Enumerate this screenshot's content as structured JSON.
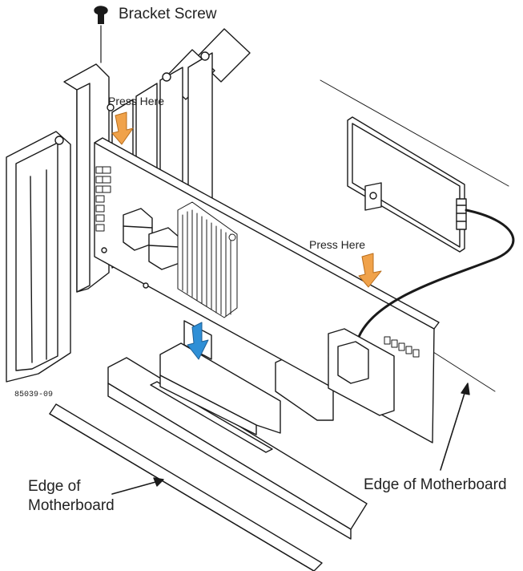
{
  "labels": {
    "bracket_screw": "Bracket Screw",
    "press_here_top": "Press Here",
    "press_here_right": "Press Here",
    "figure_id": "85039-09",
    "edge_left_line1": "Edge of",
    "edge_left_line2": "Motherboard",
    "edge_right": "Edge of Motherboard"
  },
  "colors": {
    "arrow_orange": "#f0a24a",
    "arrow_blue": "#2f8fd6",
    "line": "#1a1a1a",
    "fill": "#ffffff"
  }
}
